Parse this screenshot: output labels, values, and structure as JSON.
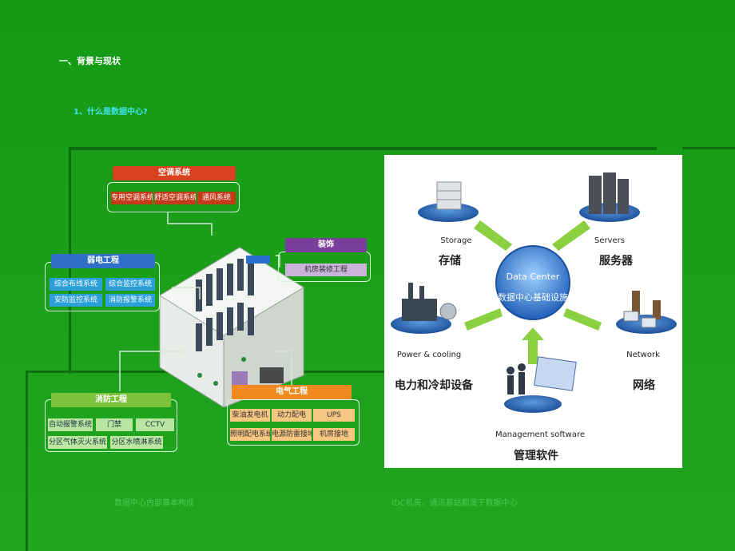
{
  "slide": {
    "heading1": "一、背景与现状",
    "heading2": "1、什么是数据中心?",
    "caption_left": "数据中心内部基本构成",
    "caption_right": "IDC机房、通讯基站都属于数据中心"
  },
  "left_diagram": {
    "hvac": {
      "title": "空调系统",
      "items": [
        "专用空调系统",
        "舒适空调系统",
        "通风系统"
      ]
    },
    "decoration": {
      "title": "装饰",
      "items": [
        "机房装修工程"
      ]
    },
    "weak": {
      "title": "弱电工程",
      "items": [
        "综合布线系统",
        "综合监控系统",
        "安防监控系统",
        "消防报警系统"
      ]
    },
    "fire": {
      "title": "消防工程",
      "items": [
        "自动报警系统",
        "门禁",
        "CCTV",
        "分区气体灭火系统",
        "分区水喷淋系统"
      ]
    },
    "power": {
      "title": "电气工程",
      "items": [
        "柴油发电机",
        "动力配电",
        "UPS",
        "照明配电系统",
        "电源防雷接地",
        "机房接地"
      ]
    }
  },
  "right_diagram": {
    "center_en": "Data  Center",
    "center_zh": "数据中心基础设施",
    "storage_en": "Storage",
    "storage_zh": "存储",
    "servers_en": "Servers",
    "servers_zh": "服务器",
    "power_en": "Power & cooling",
    "power_zh": "电力和冷却设备",
    "network_en": "Network",
    "network_zh": "网络",
    "mgmt_en": "Management software",
    "mgmt_zh": "管理软件"
  },
  "colors": {
    "background": "#1a9e1a",
    "heading2": "#3fe3e8",
    "hvac": "#d8421f",
    "decoration": "#7a3f9a",
    "weak": "#2f70c6",
    "fire": "#7cc23a",
    "power": "#f08a1e"
  }
}
